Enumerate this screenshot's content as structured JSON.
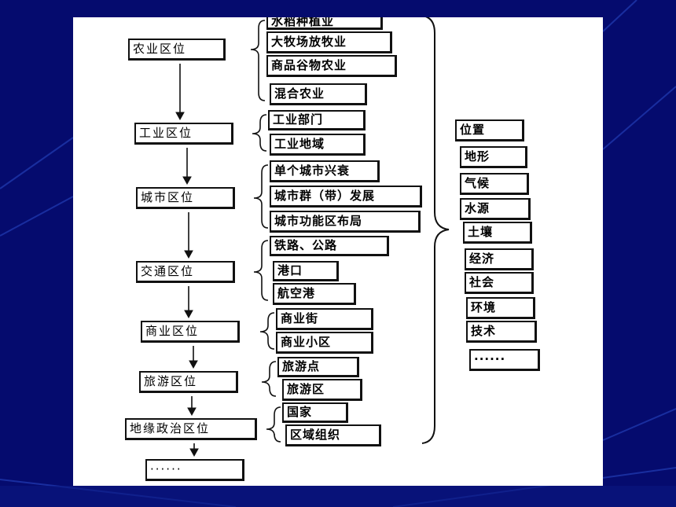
{
  "diagram": {
    "categories": [
      {
        "label": "农业区位",
        "items": [
          "水稻种植业",
          "大牧场放牧业",
          "商品谷物农业",
          "混合农业"
        ]
      },
      {
        "label": "工业区位",
        "items": [
          "工业部门",
          "工业地域"
        ]
      },
      {
        "label": "城市区位",
        "items": [
          "单个城市兴衰",
          "城市群（带）发展",
          "城市功能区布局"
        ]
      },
      {
        "label": "交通区位",
        "items": [
          "铁路、公路",
          "港口",
          "航空港"
        ]
      },
      {
        "label": "商业区位",
        "items": [
          "商业街",
          "商业小区"
        ]
      },
      {
        "label": "旅游区位",
        "items": [
          "旅游点",
          "旅游区"
        ]
      },
      {
        "label": "地缘政治区位",
        "items": [
          "国家",
          "区域组织"
        ]
      },
      {
        "label": "······",
        "items": []
      }
    ],
    "factors": [
      "位置",
      "地形",
      "气候",
      "水源",
      "土壤",
      "经济",
      "社会",
      "环境",
      "技术",
      "······"
    ]
  }
}
